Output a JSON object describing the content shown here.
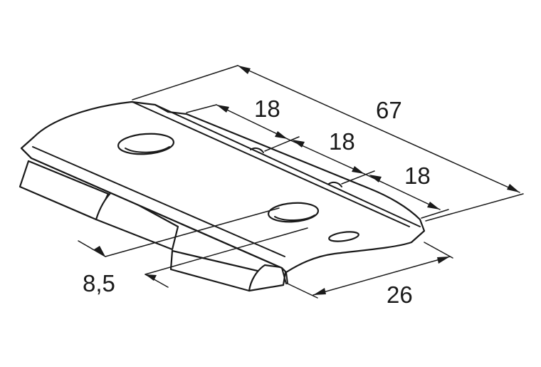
{
  "dimensions": {
    "total_length": "67",
    "pitch_1": "18",
    "pitch_2": "18",
    "pitch_3": "18",
    "width": "26",
    "hole_diameter": "8,5"
  }
}
